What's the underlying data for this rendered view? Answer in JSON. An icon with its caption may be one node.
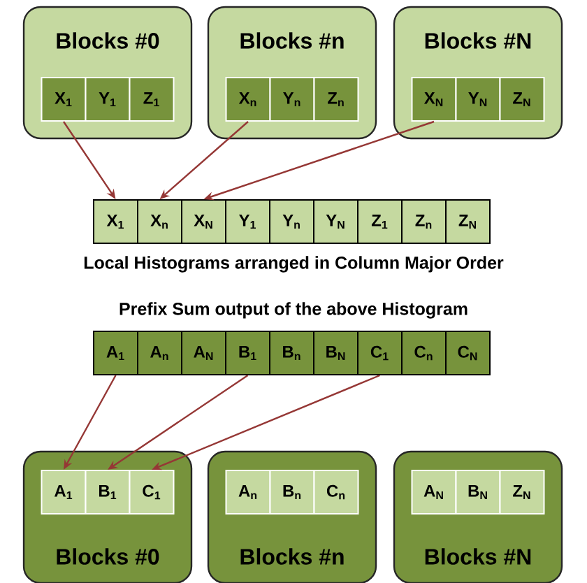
{
  "diagram": {
    "nodes": [
      {
        "text": [
          "Blocks #0"
        ]
      },
      {
        "text": [
          "X$_{1}$"
        ],
        "in": 0
      },
      {
        "text": [
          "Y$_{1}$"
        ],
        "in": 0
      },
      {
        "text": [
          "Z$_{1}$"
        ],
        "in": 0
      },
      {
        "text": [
          "Blocks #n"
        ]
      },
      {
        "text": [
          "X$_{n}$"
        ],
        "in": 4
      },
      {
        "text": [
          "Y$_{n}$"
        ],
        "in": 4
      },
      {
        "text": [
          "Z$_{n}$"
        ],
        "in": 4
      },
      {
        "text": [
          "Blocks #N"
        ]
      },
      {
        "text": [
          "X$_{N}$"
        ],
        "in": 8
      },
      {
        "text": [
          "Y$_{N}$"
        ],
        "in": 8
      },
      {
        "text": [
          "Z$_{N}$"
        ],
        "in": 8
      },
      {
        "text": [
          "X$_{1}$"
        ]
      },
      {
        "text": [
          "X$_{n}$"
        ]
      },
      {
        "text": [
          "X$_{N}$"
        ]
      },
      {
        "text": [
          "Y$_{1}$"
        ]
      },
      {
        "text": [
          "Y$_{n}$"
        ]
      },
      {
        "text": [
          "Y$_{N}$"
        ]
      },
      {
        "text": [
          "Z$_{1}$"
        ]
      },
      {
        "text": [
          "Z$_{n}$"
        ]
      },
      {
        "text": [
          "Z$_{N}$"
        ]
      },
      {
        "text": [
          "A$_{1}$"
        ]
      },
      {
        "text": [
          "A$_{n}$"
        ]
      },
      {
        "text": [
          "A$_{N}$"
        ]
      },
      {
        "text": [
          "B$_{1}$"
        ]
      },
      {
        "text": [
          "B$_{n}$"
        ]
      },
      {
        "text": [
          "B$_{N}$"
        ]
      },
      {
        "text": [
          "C$_{1}$"
        ]
      },
      {
        "text": [
          "C$_{n}$"
        ]
      },
      {
        "text": [
          "C$_{N}$"
        ]
      },
      {
        "text": [
          "Blocks #0"
        ]
      },
      {
        "text": [
          "A$_{1}$"
        ],
        "in": 30
      },
      {
        "text": [
          "B$_{1}$"
        ],
        "in": 30
      },
      {
        "text": [
          "C$_{1}$"
        ],
        "in": 30
      },
      {
        "text": [
          "Blocks #n"
        ]
      },
      {
        "text": [
          "A$_{n}$"
        ],
        "in": 34
      },
      {
        "text": [
          "B$_{n}$"
        ],
        "in": 34
      },
      {
        "text": [
          "C$_{n}$"
        ],
        "in": 34
      },
      {
        "text": [
          "Blocks #N"
        ]
      },
      {
        "text": [
          "A$_{N}$"
        ],
        "in": 38
      },
      {
        "text": [
          "B$_{N}$"
        ],
        "in": 38
      },
      {
        "text": [
          "Z$_{N}$"
        ],
        "in": 38
      }
    ],
    "edges": [
      {
        "from": 1,
        "to": 12,
        "arrow": "to"
      },
      {
        "from": 5,
        "to": 13,
        "arrow": "to"
      },
      {
        "from": 9,
        "to": 14,
        "arrow": "to"
      },
      {
        "from": 21,
        "to": 31,
        "arrow": "to"
      },
      {
        "from": 24,
        "to": 32,
        "arrow": "to"
      },
      {
        "from": 27,
        "to": 33,
        "arrow": "to"
      }
    ],
    "labels": [
      "Local Histograms arranged in Column Major Order",
      "Prefix Sum output of the above Histogram"
    ]
  }
}
